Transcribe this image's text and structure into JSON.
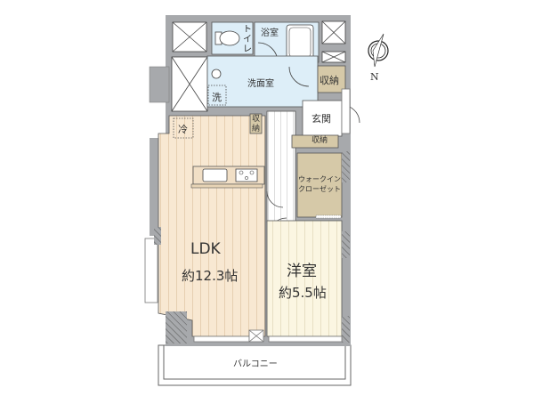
{
  "floorplan": {
    "rooms": {
      "ldk": {
        "name": "LDK",
        "area": "約12.3帖"
      },
      "western": {
        "name": "洋室",
        "area": "約5.5帖"
      },
      "toilet": {
        "name": "トイレ"
      },
      "bath": {
        "name": "浴室"
      },
      "washroom": {
        "name": "洗面室"
      },
      "washer": {
        "name": "洗"
      },
      "storage_top": {
        "name": "収納"
      },
      "storage_kitchen": {
        "name": "収納"
      },
      "entrance": {
        "name": "玄関"
      },
      "storage_entrance": {
        "name": "収納"
      },
      "walkin": {
        "line1": "ウォークイン",
        "line2": "クローゼット"
      },
      "fridge": {
        "name": "冷"
      },
      "balcony": {
        "name": "バルコニー"
      }
    },
    "compass": {
      "label": "N"
    },
    "colors": {
      "wall": "#a7a9ac",
      "ldk_floor": "#f8e8d2",
      "western_floor": "#fbf6e2",
      "wet_area": "#ddeef8",
      "storage": "#d6c9a8",
      "hall": "#ffffff"
    }
  }
}
